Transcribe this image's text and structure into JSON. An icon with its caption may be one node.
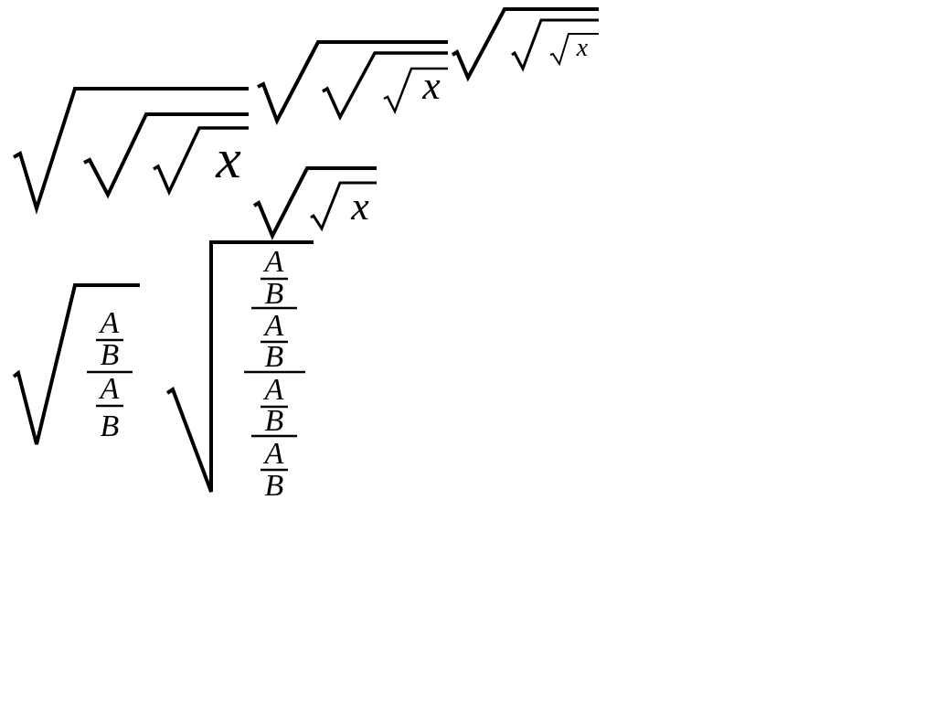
{
  "diagram": {
    "labels": [
      "x",
      "x",
      "x",
      "x",
      "A",
      "B",
      "A",
      "B",
      "A",
      "B",
      "A",
      "B",
      "A",
      "B",
      "A",
      "B"
    ]
  }
}
